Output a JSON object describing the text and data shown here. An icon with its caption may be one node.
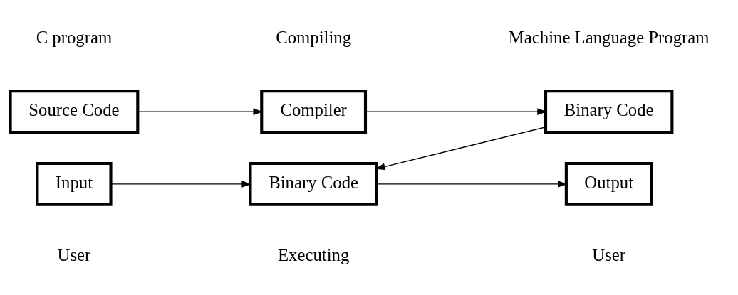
{
  "diagram": {
    "nodes": [
      {
        "text": [
          "Source Code"
        ]
      },
      {
        "text": [
          "Compiler"
        ]
      },
      {
        "text": [
          "Binary Code"
        ]
      },
      {
        "text": [
          "Input"
        ]
      },
      {
        "text": [
          "Binary Code"
        ]
      },
      {
        "text": [
          "Output"
        ]
      }
    ],
    "edges": [
      {
        "from": 0,
        "to": 1,
        "arrow": "to"
      },
      {
        "from": 1,
        "to": 2,
        "arrow": "to"
      },
      {
        "from": 2,
        "to": 4,
        "arrow": "to"
      },
      {
        "from": 3,
        "to": 4,
        "arrow": "to"
      },
      {
        "from": 4,
        "to": 5,
        "arrow": "to"
      }
    ],
    "labels": [
      "C program",
      "Compiling",
      "Machine Language Program",
      "User",
      "Executing",
      "User"
    ]
  }
}
